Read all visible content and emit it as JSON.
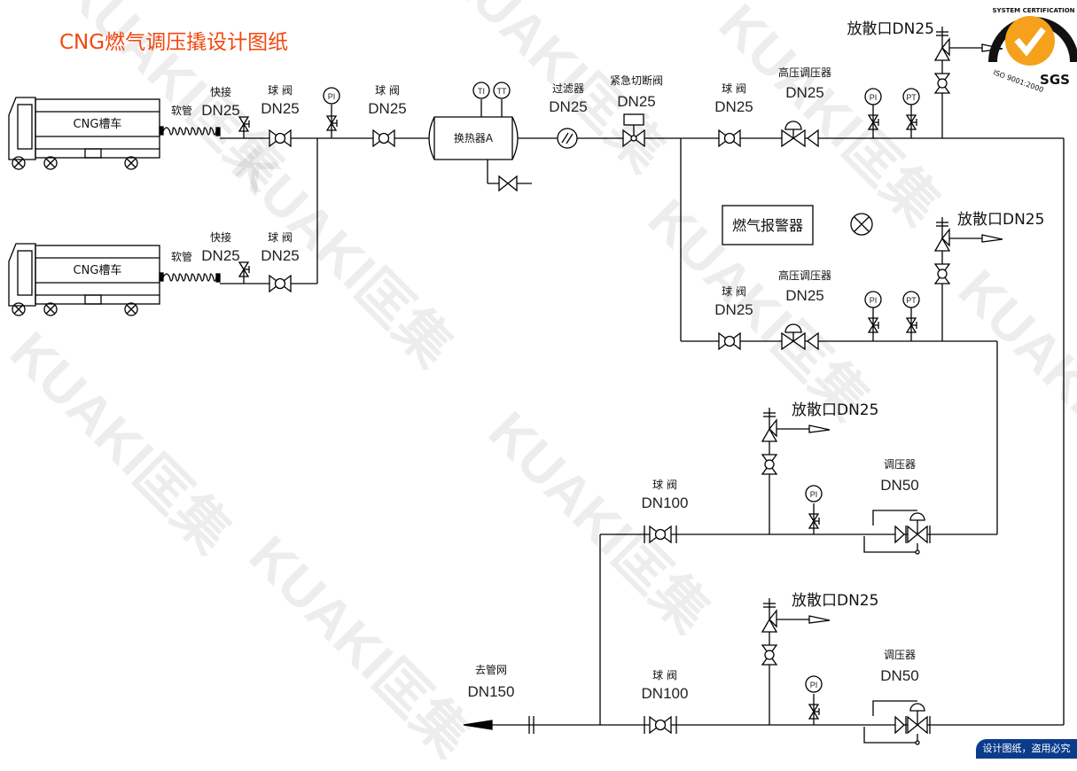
{
  "title": "CNG燃气调压撬设计图纸",
  "watermark": "KUAKI匡集",
  "badge": "设计图纸，盗用必究",
  "logo": {
    "top_text": "SYSTEM CERTIFICATION",
    "iso": "ISO 9001:2000",
    "brand": "SGS",
    "color": "#f5a11c"
  },
  "colors": {
    "title": "#f2470f",
    "line": "#000000"
  },
  "trucks": [
    {
      "label": "CNG槽车",
      "hose": "软管"
    },
    {
      "label": "CNG槽车",
      "hose": "软管"
    }
  ],
  "inlet": {
    "quick1": {
      "name": "快接",
      "size": "DN25"
    },
    "ball1": {
      "name": "球 阀",
      "size": "DN25"
    },
    "quick2": {
      "name": "快接",
      "size": "DN25"
    },
    "ball2": {
      "name": "球 阀",
      "size": "DN25"
    },
    "pi": "PI",
    "ball3": {
      "name": "球 阀",
      "size": "DN25"
    },
    "exchanger": "换热器A",
    "ti": "TI",
    "tt": "TT",
    "filter": {
      "name": "过滤器",
      "size": "DN25"
    },
    "esd": {
      "name": "紧急切断阀",
      "size": "DN25"
    }
  },
  "hp_line1": {
    "ball": {
      "name": "球 阀",
      "size": "DN25"
    },
    "regulator": {
      "name": "高压调压器",
      "size": "DN25"
    },
    "pi": "PI",
    "pt": "PT",
    "vent": "放散口DN25"
  },
  "alarm": "燃气报警器",
  "hp_line2": {
    "ball": {
      "name": "球 阀",
      "size": "DN25"
    },
    "regulator": {
      "name": "高压调压器",
      "size": "DN25"
    },
    "pi": "PI",
    "pt": "PT",
    "vent": "放散口DN25"
  },
  "lp_line1": {
    "ball": {
      "name": "球 阀",
      "size": "DN100"
    },
    "regulator": {
      "name": "调压器",
      "size": "DN50"
    },
    "pi": "PI",
    "vent": "放散口DN25"
  },
  "lp_line2": {
    "ball": {
      "name": "球 阀",
      "size": "DN100"
    },
    "regulator": {
      "name": "调压器",
      "size": "DN50"
    },
    "pi": "PI",
    "vent": "放散口DN25"
  },
  "outlet": {
    "name": "去管网",
    "size": "DN150"
  }
}
